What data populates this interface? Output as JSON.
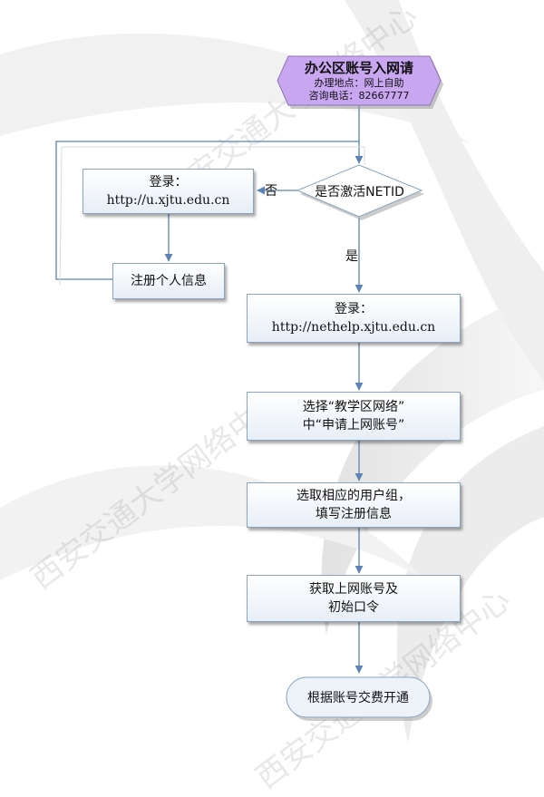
{
  "start": {
    "title": "办公区账号入网请",
    "line1": "办理地点：网上自助",
    "line2": "咨询电话：82667777"
  },
  "decision": {
    "label": "是否激活NETID",
    "no": "否",
    "yes": "是"
  },
  "login_u": {
    "label": "登录：",
    "url": "http://u.xjtu.edu.cn"
  },
  "register": {
    "label": "注册个人信息"
  },
  "login_nethelp": {
    "label": "登录：",
    "url": "http://nethelp.xjtu.edu.cn"
  },
  "step_select": {
    "line1": "选择“教学区网络”",
    "line2": "中“申请上网账号”"
  },
  "step_group": {
    "line1": "选取相应的用户组，",
    "line2": "填写注册信息"
  },
  "step_account": {
    "line1": "获取上网账号及",
    "line2": "初始口令"
  },
  "end": {
    "label": "根据账号交费开通"
  },
  "watermark": {
    "text": "西安交通大学网络中心"
  },
  "colors": {
    "start_fill": "#c8a6f0",
    "box_border": "#8aa4c0",
    "arrow": "#5b83b5"
  }
}
